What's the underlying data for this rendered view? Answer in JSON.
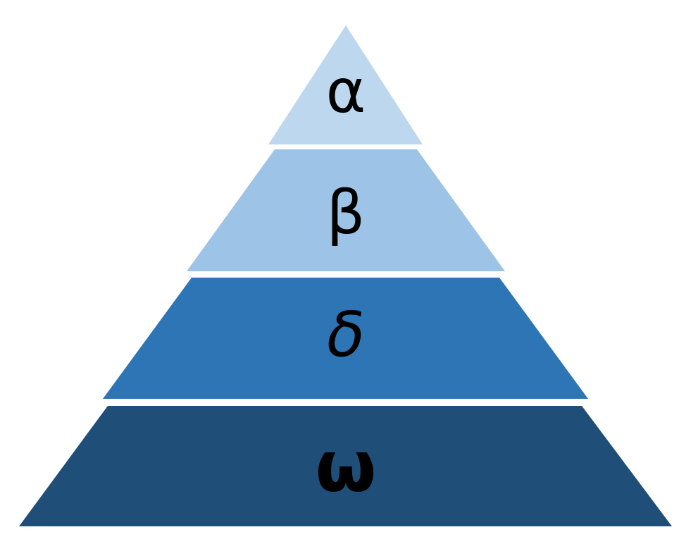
{
  "pyramid": {
    "tiers": [
      {
        "label": "α",
        "color": "#bdd7ee"
      },
      {
        "label": "β",
        "color": "#9dc3e6"
      },
      {
        "label": "δ",
        "color": "#2e75b6"
      },
      {
        "label": "ω",
        "color": "#1f4e79"
      }
    ]
  }
}
